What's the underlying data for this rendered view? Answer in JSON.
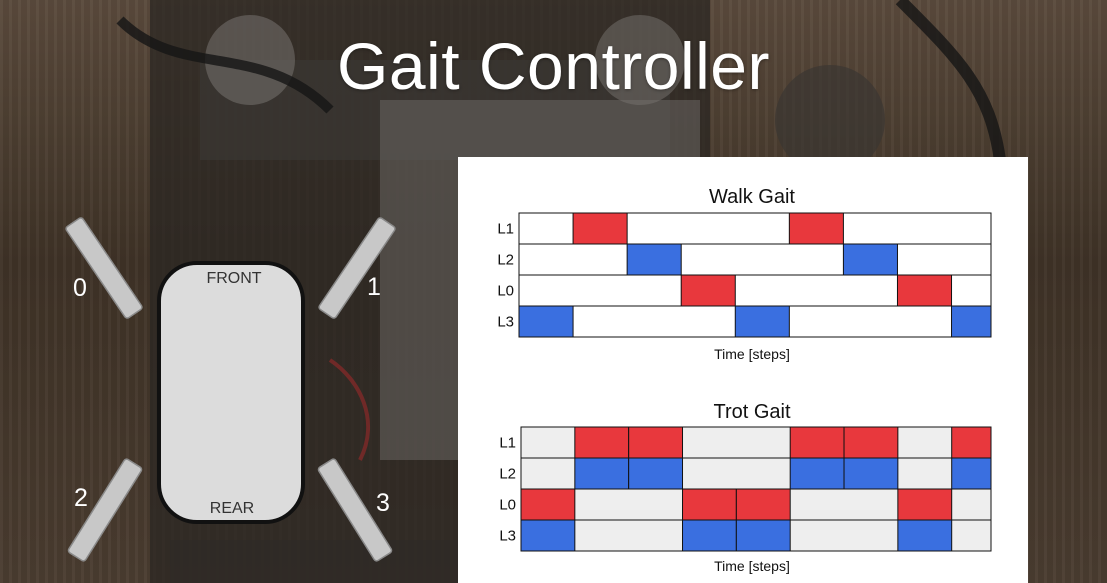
{
  "slide": {
    "title": "Gait Controller"
  },
  "body_diagram": {
    "front_label": "FRONT",
    "rear_label": "REAR",
    "legs": [
      "0",
      "1",
      "2",
      "3"
    ]
  },
  "colors": {
    "swing_red": "#e8383d",
    "stance_blue": "#3a6fe0",
    "panel_background": "#ffffff",
    "photo_background": "#4a3c30"
  },
  "chart_data": [
    {
      "type": "gantt",
      "title": "Walk Gait",
      "xlabel": "Time [steps]",
      "n_steps": 8,
      "rows": [
        {
          "label": "L1",
          "color": "#e8383d",
          "active_steps": [
            1,
            5
          ]
        },
        {
          "label": "L2",
          "color": "#3a6fe0",
          "active_steps": [
            2,
            6
          ]
        },
        {
          "label": "L0",
          "color": "#e8383d",
          "active_steps": [
            3,
            7
          ]
        },
        {
          "label": "L3",
          "color": "#3a6fe0",
          "active_steps": [
            0,
            4,
            8
          ]
        }
      ]
    },
    {
      "type": "gantt",
      "title": "Trot Gait",
      "xlabel": "Time [steps]",
      "n_steps": 8,
      "rows": [
        {
          "label": "L1",
          "color": "#e8383d",
          "active_steps": [
            1,
            2,
            5,
            6,
            8
          ]
        },
        {
          "label": "L2",
          "color": "#3a6fe0",
          "active_steps": [
            1,
            2,
            5,
            6,
            8
          ]
        },
        {
          "label": "L0",
          "color": "#e8383d",
          "active_steps": [
            0,
            3,
            4,
            7
          ]
        },
        {
          "label": "L3",
          "color": "#3a6fe0",
          "active_steps": [
            0,
            3,
            4,
            7
          ]
        }
      ]
    }
  ]
}
